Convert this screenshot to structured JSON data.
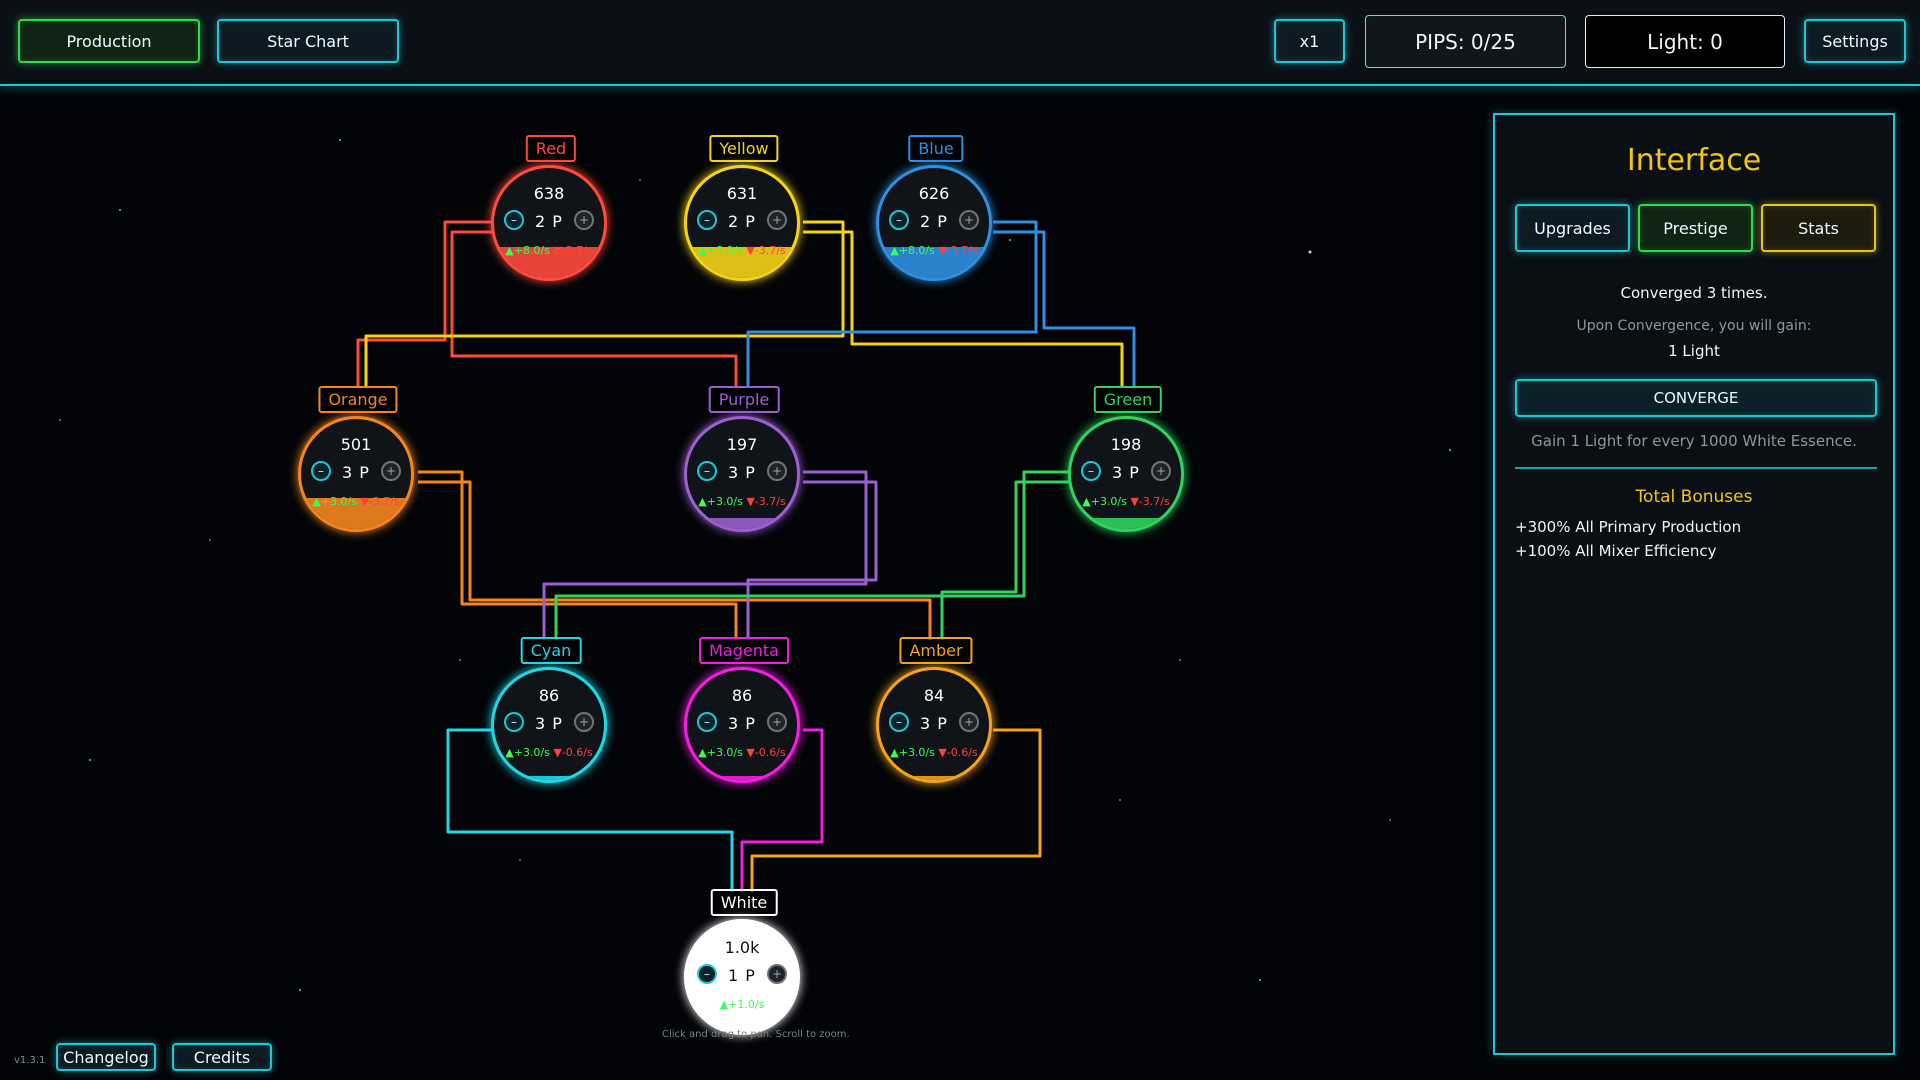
{
  "topbar": {
    "production_label": "Production",
    "starchart_label": "Star Chart",
    "speed_label": "x1",
    "pips_label": "PIPS: 0/25",
    "light_label": "Light: 0",
    "settings_label": "Settings"
  },
  "nodes": {
    "red": {
      "label": "Red",
      "count": "638",
      "pips": "2 P",
      "up": "▲+8.0/s",
      "down": "▼-3.7/s",
      "color": "#ff4a3d",
      "fill": 0.28
    },
    "yellow": {
      "label": "Yellow",
      "count": "631",
      "pips": "2 P",
      "up": "▲+8.0/s",
      "down": "▼-3.7/s",
      "color": "#f5d316",
      "fill": 0.28
    },
    "blue": {
      "label": "Blue",
      "count": "626",
      "pips": "2 P",
      "up": "▲+8.0/s",
      "down": "▼-3.7/s",
      "color": "#2f8fe0",
      "fill": 0.28
    },
    "orange": {
      "label": "Orange",
      "count": "501",
      "pips": "3 P",
      "up": "▲+3.0/s",
      "down": "▼-3.7/s",
      "color": "#f5861e",
      "fill": 0.28
    },
    "purple": {
      "label": "Purple",
      "count": "197",
      "pips": "3 P",
      "up": "▲+3.0/s",
      "down": "▼-3.7/s",
      "color": "#9c5fd0",
      "fill": 0.1
    },
    "green": {
      "label": "Green",
      "count": "198",
      "pips": "3 P",
      "up": "▲+3.0/s",
      "down": "▼-3.7/s",
      "color": "#2fd45e",
      "fill": 0.1
    },
    "cyan": {
      "label": "Cyan",
      "count": "86",
      "pips": "3 P",
      "up": "▲+3.0/s",
      "down": "▼-0.6/s",
      "color": "#1fd8e6",
      "fill": 0.04
    },
    "magenta": {
      "label": "Magenta",
      "count": "86",
      "pips": "3 P",
      "up": "▲+3.0/s",
      "down": "▼-0.6/s",
      "color": "#f31fe0",
      "fill": 0.04
    },
    "amber": {
      "label": "Amber",
      "count": "84",
      "pips": "3 P",
      "up": "▲+3.0/s",
      "down": "▼-0.6/s",
      "color": "#f5a31b",
      "fill": 0.04
    },
    "white": {
      "label": "White",
      "count": "1.0k",
      "pips": "1 P",
      "up": "▲+1.0/s",
      "down": "",
      "color": "#ffffff",
      "fill": 0.55
    }
  },
  "canvas": {
    "hint": "Click and drag to pan. Scroll to zoom."
  },
  "panel": {
    "title": "Interface",
    "tab_upgrades": "Upgrades",
    "tab_prestige": "Prestige",
    "tab_stats": "Stats",
    "converged_text": "Converged 3 times.",
    "gain_intro": "Upon Convergence, you will gain:",
    "gain_value": "1 Light",
    "converge_label": "CONVERGE",
    "gain_rule": "Gain 1 Light for every 1000 White Essence.",
    "bonus_title": "Total Bonuses",
    "bonus_1": "+300% All Primary Production",
    "bonus_2": "+100% All Mixer Efficiency"
  },
  "footer": {
    "changelog_label": "Changelog",
    "credits_label": "Credits",
    "version": "v1.3.1"
  }
}
